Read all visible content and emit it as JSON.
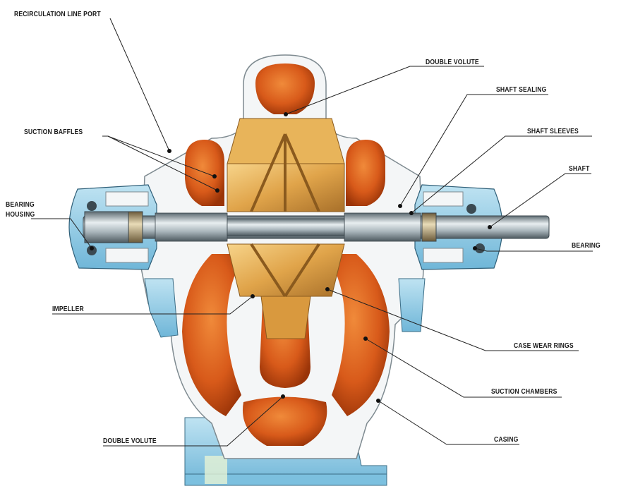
{
  "colors": {
    "volute_orange": "#d85a1a",
    "volute_dark": "#9a3408",
    "impeller_gold": "#e0a44a",
    "casing_blue": "#8ecbe6",
    "casing_white": "#f4f6f7",
    "shaft_steel": "#9aa7ae",
    "leader_line": "#222222"
  },
  "labels": {
    "recirculation_line_port": "RECIRCULATION LINE PORT",
    "double_volute_top": "DOUBLE VOLUTE",
    "shaft_sealing": "SHAFT SEALING",
    "suction_baffles": "SUCTION BAFFLES",
    "shaft_sleeves": "SHAFT SLEEVES",
    "shaft": "SHAFT",
    "bearing_housing_line1": "BEARING",
    "bearing_housing_line2": "HOUSING",
    "bearing": "BEARING",
    "impeller": "IMPELLER",
    "case_wear_rings": "CASE WEAR RINGS",
    "suction_chambers": "SUCTION CHAMBERS",
    "double_volute_bottom": "DOUBLE VOLUTE",
    "casing": "CASING"
  }
}
